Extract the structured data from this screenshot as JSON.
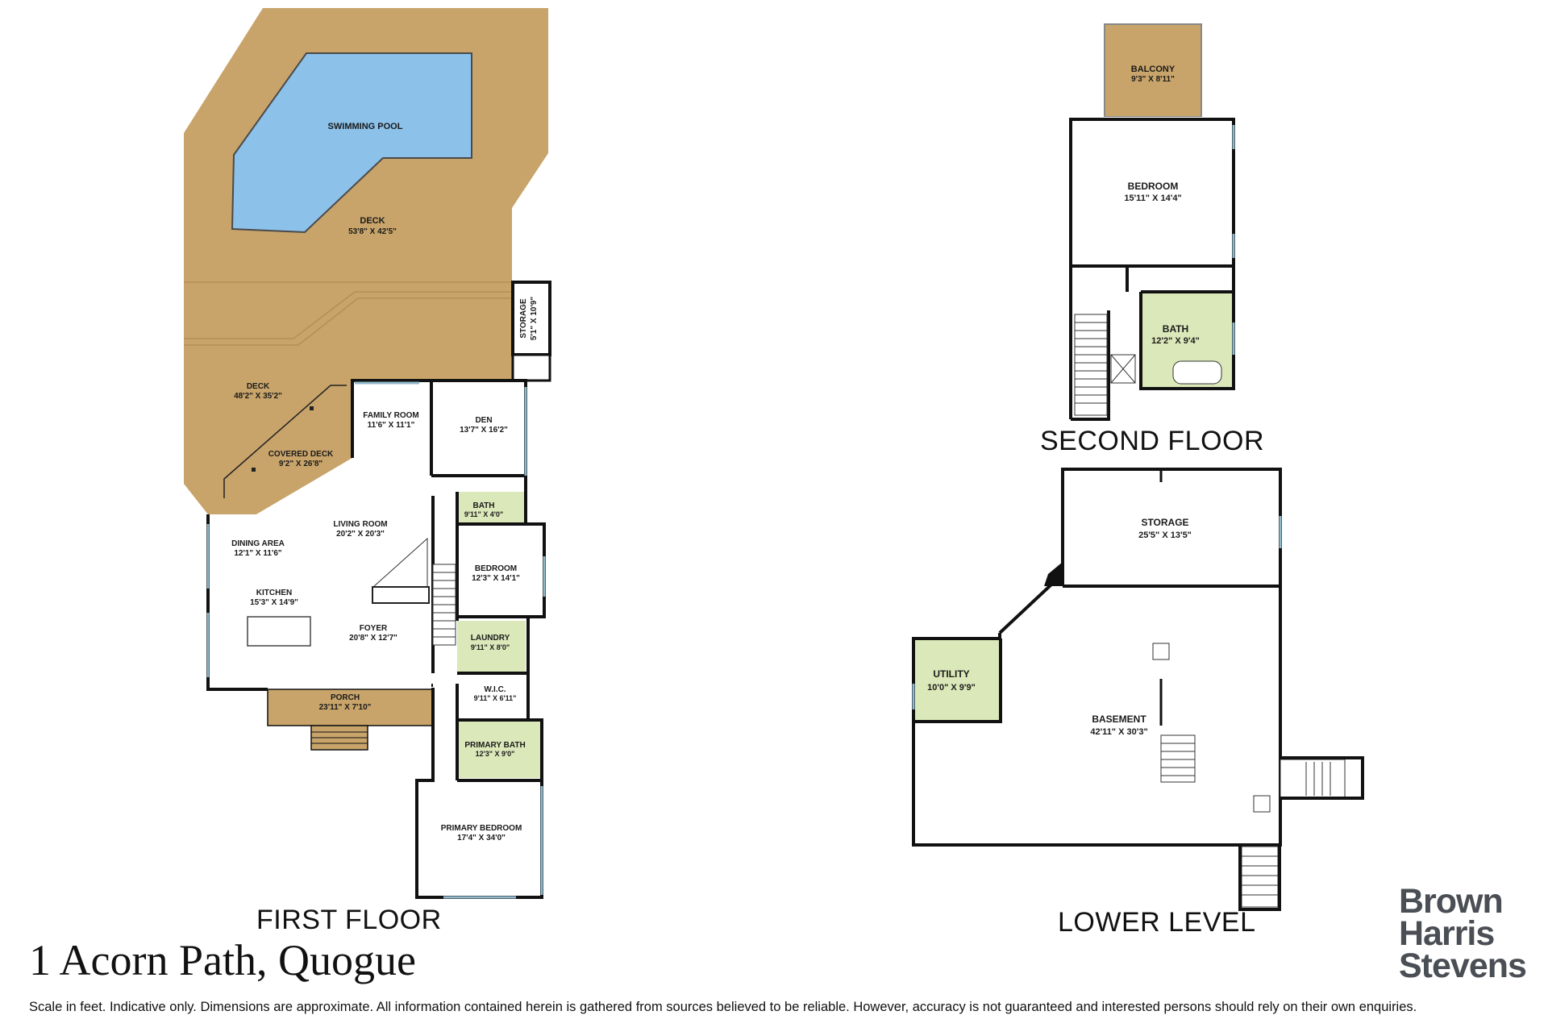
{
  "rooms": {
    "pool": {
      "name": "SWIMMING POOL"
    },
    "deck_upper": {
      "name": "DECK",
      "dims": "53'8\" X 42'5\""
    },
    "storage_side": {
      "name": "STORAGE",
      "dims": "5'1\" X 10'9\""
    },
    "deck_lower": {
      "name": "DECK",
      "dims": "48'2\" X 35'2\""
    },
    "covered_deck": {
      "name": "COVERED DECK",
      "dims": "9'2\" X 26'8\""
    },
    "family_room": {
      "name": "FAMILY ROOM",
      "dims": "11'6\" X 11'1\""
    },
    "den": {
      "name": "DEN",
      "dims": "13'7\" X 16'2\""
    },
    "bath_first": {
      "name": "BATH",
      "dims": "9'11\" X 4'0\""
    },
    "living_room": {
      "name": "LIVING ROOM",
      "dims": "20'2\" X 20'3\""
    },
    "dining_area": {
      "name": "DINING AREA",
      "dims": "12'1\" X 11'6\""
    },
    "bedroom_first": {
      "name": "BEDROOM",
      "dims": "12'3\" X 14'1\""
    },
    "kitchen": {
      "name": "KITCHEN",
      "dims": "15'3\" X 14'9\""
    },
    "foyer": {
      "name": "FOYER",
      "dims": "20'8\" X 12'7\""
    },
    "laundry": {
      "name": "LAUNDRY",
      "dims": "9'11\" X 8'0\""
    },
    "wic": {
      "name": "W.I.C.",
      "dims": "9'11\" X 6'11\""
    },
    "porch": {
      "name": "PORCH",
      "dims": "23'11\" X 7'10\""
    },
    "primary_bath": {
      "name": "PRIMARY BATH",
      "dims": "12'3\" X 9'0\""
    },
    "primary_bedroom": {
      "name": "PRIMARY BEDROOM",
      "dims": "17'4\" X 34'0\""
    },
    "balcony": {
      "name": "BALCONY",
      "dims": "9'3\" X 8'11\""
    },
    "bedroom_second": {
      "name": "BEDROOM",
      "dims": "15'11\" X 14'4\""
    },
    "bath_second": {
      "name": "BATH",
      "dims": "12'2\" X 9'4\""
    },
    "storage_lower": {
      "name": "STORAGE",
      "dims": "25'5\" X 13'5\""
    },
    "utility": {
      "name": "UTILITY",
      "dims": "10'0\" X 9'9\""
    },
    "basement": {
      "name": "BASEMENT",
      "dims": "42'11\" X 30'3\""
    }
  },
  "floors": {
    "first": "FIRST FLOOR",
    "second": "SECOND FLOOR",
    "lower": "LOWER LEVEL"
  },
  "address": "1 Acorn Path, Quogue",
  "disclaimer": "Scale in feet. Indicative only. Dimensions are approximate. All information contained herein is gathered from sources believed to be reliable. However, accuracy is not guaranteed and interested persons should rely on their own enquiries.",
  "logo": {
    "line1": "Brown",
    "line2": "Harris",
    "line3": "Stevens"
  },
  "colors": {
    "deck": "#c8a46a",
    "pool": "#8cc1ea",
    "wet_room": "#dbe8b9",
    "wall": "#111111"
  }
}
